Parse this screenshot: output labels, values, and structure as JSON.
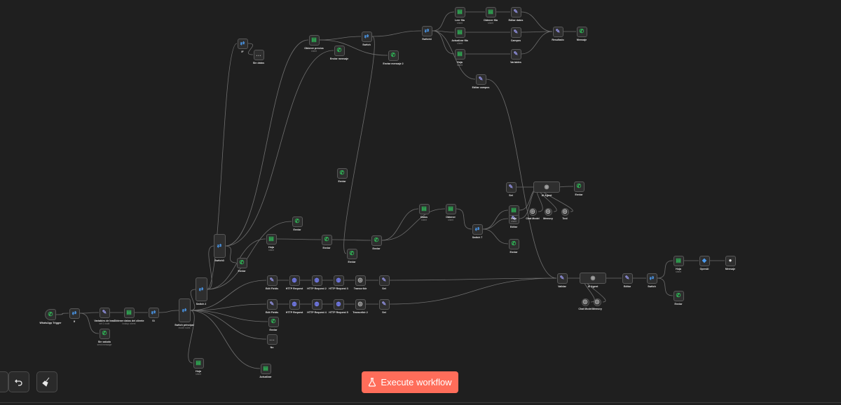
{
  "toolbar": {
    "execute_label": "Execute workflow",
    "undo_icon": "undo-icon",
    "clean_icon": "broom-icon",
    "flask_icon": "flask-icon"
  },
  "colors": {
    "background": "#1f1f1f",
    "node_fill": "#2e2e2e",
    "accent": "#ff6d5a",
    "edge": "#6f6f6f",
    "sheet_icon": "#2fb457",
    "whatsapp_icon": "#2fc35a",
    "switch_icon": "#4c9bf0",
    "http_icon": "#7a83ff"
  },
  "nodes": [
    {
      "id": "n1",
      "title": "WhatsApp Trigger",
      "sub": "",
      "icon": "whatsapp-icon",
      "g": "wa",
      "t": "✆",
      "kind": "trig"
    },
    {
      "id": "n2",
      "title": "If",
      "sub": "",
      "icon": "switch-icon",
      "g": "switch",
      "t": "⇄",
      "kind": ""
    },
    {
      "id": "n3",
      "title": "Variables de lead",
      "sub": "set 1 node",
      "icon": "pencil-icon",
      "g": "edit",
      "t": "✎",
      "kind": ""
    },
    {
      "id": "n4",
      "title": "Sin saludo",
      "sub": "send message",
      "icon": "whatsapp-icon",
      "g": "wa",
      "t": "✆",
      "kind": ""
    },
    {
      "id": "n5",
      "title": "Obtener datos del cliente",
      "sub": "lookup: sheet",
      "icon": "sheet-icon",
      "g": "sheet",
      "t": "▤",
      "kind": ""
    },
    {
      "id": "n6",
      "title": "Si",
      "sub": "",
      "icon": "switch-icon",
      "g": "switch",
      "t": "⇄",
      "kind": ""
    },
    {
      "id": "n7",
      "title": "Switch principal",
      "sub": "mode: rules",
      "icon": "switch-icon",
      "g": "switch",
      "t": "⇄",
      "kind": "tall"
    },
    {
      "id": "n8",
      "title": "Switch 2",
      "sub": "",
      "icon": "switch-icon",
      "g": "switch",
      "t": "⇄",
      "kind": "tall"
    },
    {
      "id": "n9",
      "title": "Switch3",
      "sub": "",
      "icon": "switch-icon",
      "g": "switch",
      "t": "⇄",
      "kind": "tall"
    },
    {
      "id": "n10",
      "title": "IF",
      "sub": "",
      "icon": "switch-icon",
      "g": "switch",
      "t": "⇄",
      "kind": ""
    },
    {
      "id": "n11",
      "title": "Sin datos",
      "sub": "",
      "icon": "code-icon",
      "g": "gray",
      "t": "…",
      "kind": ""
    },
    {
      "id": "n12",
      "title": "Obtener precios",
      "sub": "sheet",
      "icon": "sheet-icon",
      "g": "sheet",
      "t": "▤",
      "kind": ""
    },
    {
      "id": "n13",
      "title": "Enviar mensaje",
      "sub": "",
      "icon": "whatsapp-icon",
      "g": "wa",
      "t": "✆",
      "kind": ""
    },
    {
      "id": "n14",
      "title": "Switch",
      "sub": "",
      "icon": "switch-icon",
      "g": "switch",
      "t": "⇄",
      "kind": ""
    },
    {
      "id": "n15",
      "title": "Enviar mensaje 2",
      "sub": "",
      "icon": "whatsapp-icon",
      "g": "wa",
      "t": "✆",
      "kind": ""
    },
    {
      "id": "n16",
      "title": "Switch4",
      "sub": "",
      "icon": "switch-icon",
      "g": "switch",
      "t": "⇄",
      "kind": ""
    },
    {
      "id": "n17",
      "title": "Leer fila",
      "sub": "sheet",
      "icon": "sheet-icon",
      "g": "sheet",
      "t": "▤",
      "kind": ""
    },
    {
      "id": "n18",
      "title": "Obtener fila",
      "sub": "sheet",
      "icon": "sheet-icon",
      "g": "sheet",
      "t": "▤",
      "kind": ""
    },
    {
      "id": "n19",
      "title": "Actualizar fila",
      "sub": "sheet",
      "icon": "sheet-icon",
      "g": "sheet",
      "t": "▤",
      "kind": ""
    },
    {
      "id": "n20",
      "title": "Hoja",
      "sub": "sheet",
      "icon": "sheet-icon",
      "g": "sheet",
      "t": "▤",
      "kind": ""
    },
    {
      "id": "n21",
      "title": "Editar campos",
      "sub": "",
      "icon": "pencil-icon",
      "g": "edit",
      "t": "✎",
      "kind": ""
    },
    {
      "id": "n22",
      "title": "Editar datos",
      "sub": "",
      "icon": "pencil-icon",
      "g": "edit",
      "t": "✎",
      "kind": ""
    },
    {
      "id": "n23",
      "title": "Campos",
      "sub": "",
      "icon": "pencil-icon",
      "g": "edit",
      "t": "✎",
      "kind": ""
    },
    {
      "id": "n24",
      "title": "Variables",
      "sub": "",
      "icon": "pencil-icon",
      "g": "edit",
      "t": "✎",
      "kind": ""
    },
    {
      "id": "n25",
      "title": "Resultado",
      "sub": "",
      "icon": "pencil-icon",
      "g": "edit",
      "t": "✎",
      "kind": ""
    },
    {
      "id": "n26",
      "title": "Mensaje",
      "sub": "",
      "icon": "whatsapp-icon",
      "g": "wa",
      "t": "✆",
      "kind": ""
    },
    {
      "id": "n27",
      "title": "Set",
      "sub": "",
      "icon": "pencil-icon",
      "g": "edit",
      "t": "✎",
      "kind": ""
    },
    {
      "id": "n28",
      "title": "AI Agent",
      "sub": "",
      "icon": "robot-icon",
      "g": "gray",
      "t": "◉",
      "kind": "wide"
    },
    {
      "id": "n29",
      "title": "Enviar",
      "sub": "",
      "icon": "whatsapp-icon",
      "g": "wa",
      "t": "✆",
      "kind": ""
    },
    {
      "id": "n30",
      "title": "Chat Model",
      "sub": "",
      "icon": "chat-model-icon",
      "g": "oai",
      "t": "◎",
      "kind": "sub"
    },
    {
      "id": "n31",
      "title": "Memory",
      "sub": "",
      "icon": "memory-icon",
      "g": "oai",
      "t": "◎",
      "kind": "sub"
    },
    {
      "id": "n32",
      "title": "Tool",
      "sub": "",
      "icon": "tool-icon",
      "g": "oai",
      "t": "◎",
      "kind": "sub"
    },
    {
      "id": "n33",
      "title": "Datos",
      "sub": "sheet",
      "icon": "sheet-icon",
      "g": "sheet",
      "t": "▤",
      "kind": ""
    },
    {
      "id": "n34",
      "title": "Obtener",
      "sub": "sheet",
      "icon": "sheet-icon",
      "g": "sheet",
      "t": "▤",
      "kind": ""
    },
    {
      "id": "n35",
      "title": "Switch 7",
      "sub": "",
      "icon": "switch-icon",
      "g": "switch",
      "t": "⇄",
      "kind": ""
    },
    {
      "id": "n36",
      "title": "Enviar",
      "sub": "",
      "icon": "whatsapp-icon",
      "g": "wa",
      "t": "✆",
      "kind": ""
    },
    {
      "id": "n37",
      "title": "Editar",
      "sub": "",
      "icon": "pencil-icon",
      "g": "edit",
      "t": "✎",
      "kind": ""
    },
    {
      "id": "n38",
      "title": "Hoja",
      "sub": "sheet",
      "icon": "sheet-icon",
      "g": "sheet",
      "t": "▤",
      "kind": ""
    },
    {
      "id": "n39",
      "title": "Enviar",
      "sub": "",
      "icon": "whatsapp-icon",
      "g": "wa",
      "t": "✆",
      "kind": ""
    },
    {
      "id": "n40",
      "title": "Validar",
      "sub": "",
      "icon": "pencil-icon",
      "g": "edit",
      "t": "✎",
      "kind": ""
    },
    {
      "id": "n41",
      "title": "AI Agent",
      "sub": "",
      "icon": "robot-icon",
      "g": "gray",
      "t": "◉",
      "kind": "wide"
    },
    {
      "id": "n42",
      "title": "Chat Model",
      "sub": "",
      "icon": "chat-model-icon",
      "g": "oai",
      "t": "◎",
      "kind": "sub"
    },
    {
      "id": "n43",
      "title": "Memory",
      "sub": "",
      "icon": "memory-icon",
      "g": "oai",
      "t": "◎",
      "kind": "sub"
    },
    {
      "id": "n44",
      "title": "Editar",
      "sub": "",
      "icon": "pencil-icon",
      "g": "edit",
      "t": "✎",
      "kind": ""
    },
    {
      "id": "n45",
      "title": "Switch",
      "sub": "",
      "icon": "switch-icon",
      "g": "switch",
      "t": "⇄",
      "kind": ""
    },
    {
      "id": "n46",
      "title": "Hoja",
      "sub": "sheet",
      "icon": "sheet-icon",
      "g": "sheet",
      "t": "▤",
      "kind": ""
    },
    {
      "id": "n47",
      "title": "Enviar",
      "sub": "",
      "icon": "whatsapp-icon",
      "g": "wa",
      "t": "✆",
      "kind": ""
    },
    {
      "id": "n48",
      "title": "OpenAI",
      "sub": "",
      "icon": "openai-icon",
      "g": "switch",
      "t": "◆",
      "kind": ""
    },
    {
      "id": "n49",
      "title": "Mensaje",
      "sub": "",
      "icon": "chat-icon",
      "g": "code",
      "t": "●",
      "kind": ""
    },
    {
      "id": "n50",
      "title": "Edit Fields",
      "sub": "",
      "icon": "pencil-icon",
      "g": "edit",
      "t": "✎",
      "kind": ""
    },
    {
      "id": "n51",
      "title": "HTTP Request",
      "sub": "",
      "icon": "http-icon",
      "g": "http",
      "t": "◍",
      "kind": ""
    },
    {
      "id": "n52",
      "title": "HTTP Request 2",
      "sub": "",
      "icon": "http-icon",
      "g": "http",
      "t": "◍",
      "kind": ""
    },
    {
      "id": "n53",
      "title": "HTTP Request 3",
      "sub": "",
      "icon": "http-icon",
      "g": "http",
      "t": "◍",
      "kind": ""
    },
    {
      "id": "n54",
      "title": "Transcribir",
      "sub": "",
      "icon": "openai-icon",
      "g": "oai",
      "t": "◎",
      "kind": ""
    },
    {
      "id": "n55",
      "title": "Set",
      "sub": "",
      "icon": "pencil-icon",
      "g": "edit",
      "t": "✎",
      "kind": ""
    },
    {
      "id": "n56",
      "title": "Edit Fields",
      "sub": "",
      "icon": "pencil-icon",
      "g": "edit",
      "t": "✎",
      "kind": ""
    },
    {
      "id": "n57",
      "title": "HTTP Request",
      "sub": "",
      "icon": "http-icon",
      "g": "http",
      "t": "◍",
      "kind": ""
    },
    {
      "id": "n58",
      "title": "HTTP Request 4",
      "sub": "",
      "icon": "http-icon",
      "g": "http",
      "t": "◍",
      "kind": ""
    },
    {
      "id": "n59",
      "title": "HTTP Request 5",
      "sub": "",
      "icon": "http-icon",
      "g": "http",
      "t": "◍",
      "kind": ""
    },
    {
      "id": "n60",
      "title": "Transcribir 2",
      "sub": "",
      "icon": "openai-icon",
      "g": "oai",
      "t": "◎",
      "kind": ""
    },
    {
      "id": "n61",
      "title": "Set",
      "sub": "",
      "icon": "pencil-icon",
      "g": "edit",
      "t": "✎",
      "kind": ""
    },
    {
      "id": "n62",
      "title": "Enviar",
      "sub": "",
      "icon": "whatsapp-icon",
      "g": "wa",
      "t": "✆",
      "kind": ""
    },
    {
      "id": "n63",
      "title": "No",
      "sub": "",
      "icon": "code-icon",
      "g": "gray",
      "t": "…",
      "kind": ""
    },
    {
      "id": "n64",
      "title": "Hoja",
      "sub": "sheet",
      "icon": "sheet-icon",
      "g": "sheet",
      "t": "▤",
      "kind": ""
    },
    {
      "id": "n65",
      "title": "Actualizar",
      "sub": "",
      "icon": "sheet-icon",
      "g": "sheet",
      "t": "▤",
      "kind": ""
    },
    {
      "id": "n66",
      "title": "Enviar",
      "sub": "",
      "icon": "whatsapp-icon",
      "g": "wa",
      "t": "✆",
      "kind": ""
    },
    {
      "id": "n67",
      "title": "Hoja",
      "sub": "sheet",
      "icon": "sheet-icon",
      "g": "sheet",
      "t": "▤",
      "kind": ""
    },
    {
      "id": "n68",
      "title": "Enviar",
      "sub": "",
      "icon": "whatsapp-icon",
      "g": "wa",
      "t": "✆",
      "kind": ""
    },
    {
      "id": "n69",
      "title": "Enviar",
      "sub": "",
      "icon": "whatsapp-icon",
      "g": "wa",
      "t": "✆",
      "kind": ""
    },
    {
      "id": "n70",
      "title": "Enviar",
      "sub": "",
      "icon": "whatsapp-icon",
      "g": "wa",
      "t": "✆",
      "kind": ""
    },
    {
      "id": "n71",
      "title": "Enviar",
      "sub": "",
      "icon": "whatsapp-icon",
      "g": "wa",
      "t": "✆",
      "kind": ""
    }
  ],
  "edges": [
    [
      "n1",
      "n2"
    ],
    [
      "n2",
      "n3"
    ],
    [
      "n2",
      "n4"
    ],
    [
      "n3",
      "n5"
    ],
    [
      "n5",
      "n6"
    ],
    [
      "n6",
      "n7"
    ],
    [
      "n7",
      "n8"
    ],
    [
      "n7",
      "n50"
    ],
    [
      "n7",
      "n56"
    ],
    [
      "n7",
      "n62"
    ],
    [
      "n7",
      "n63"
    ],
    [
      "n7",
      "n64"
    ],
    [
      "n7",
      "n65"
    ],
    [
      "n8",
      "n9"
    ],
    [
      "n8",
      "n10"
    ],
    [
      "n8",
      "n67"
    ],
    [
      "n8",
      "n68"
    ],
    [
      "n9",
      "n12"
    ],
    [
      "n9",
      "n13"
    ],
    [
      "n9",
      "n66"
    ],
    [
      "n10",
      "n11"
    ],
    [
      "n12",
      "n14"
    ],
    [
      "n12",
      "n15"
    ],
    [
      "n14",
      "n16"
    ],
    [
      "n14",
      "n71"
    ],
    [
      "n16",
      "n17"
    ],
    [
      "n16",
      "n19"
    ],
    [
      "n16",
      "n20"
    ],
    [
      "n16",
      "n21"
    ],
    [
      "n17",
      "n18"
    ],
    [
      "n18",
      "n22"
    ],
    [
      "n19",
      "n23"
    ],
    [
      "n20",
      "n24"
    ],
    [
      "n22",
      "n25"
    ],
    [
      "n23",
      "n25"
    ],
    [
      "n24",
      "n25"
    ],
    [
      "n25",
      "n26"
    ],
    [
      "n67",
      "n69"
    ],
    [
      "n69",
      "n70"
    ],
    [
      "n70",
      "n33"
    ],
    [
      "n70",
      "n34"
    ],
    [
      "n34",
      "n35"
    ],
    [
      "n35",
      "n36"
    ],
    [
      "n35",
      "n37"
    ],
    [
      "n35",
      "n38"
    ],
    [
      "n37",
      "n28"
    ],
    [
      "n38",
      "n28"
    ],
    [
      "n27",
      "n28"
    ],
    [
      "n28",
      "n29"
    ],
    [
      "n30",
      "n28"
    ],
    [
      "n31",
      "n28"
    ],
    [
      "n32",
      "n28"
    ],
    [
      "n50",
      "n51"
    ],
    [
      "n51",
      "n52"
    ],
    [
      "n52",
      "n53"
    ],
    [
      "n53",
      "n54"
    ],
    [
      "n54",
      "n55"
    ],
    [
      "n56",
      "n57"
    ],
    [
      "n57",
      "n58"
    ],
    [
      "n58",
      "n59"
    ],
    [
      "n59",
      "n60"
    ],
    [
      "n60",
      "n61"
    ],
    [
      "n55",
      "n40"
    ],
    [
      "n61",
      "n40"
    ],
    [
      "n21",
      "n40"
    ],
    [
      "n40",
      "n41"
    ],
    [
      "n42",
      "n41"
    ],
    [
      "n43",
      "n41"
    ],
    [
      "n41",
      "n44"
    ],
    [
      "n44",
      "n45"
    ],
    [
      "n45",
      "n46"
    ],
    [
      "n45",
      "n47"
    ],
    [
      "n46",
      "n48"
    ],
    [
      "n48",
      "n49"
    ]
  ]
}
